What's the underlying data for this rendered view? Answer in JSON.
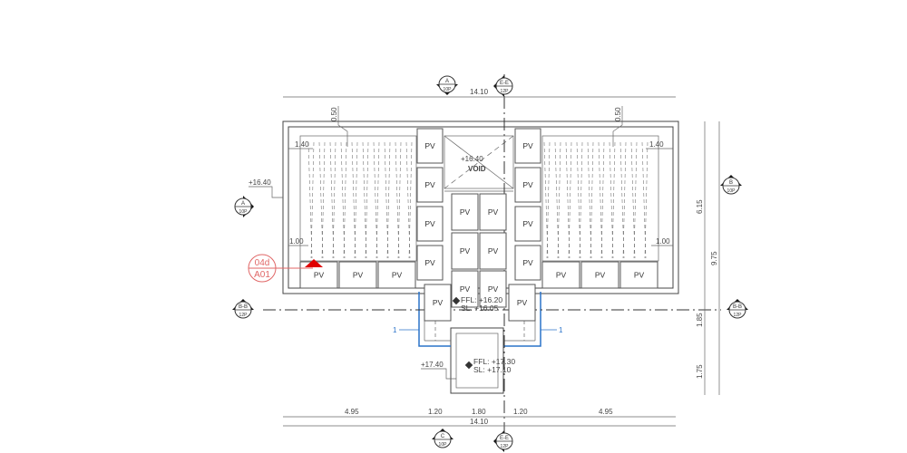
{
  "drawing": {
    "pv_label": "PV",
    "void_label": "VOID",
    "dimensions": {
      "overall_top": "14.10",
      "overall_bottom": "14.10",
      "bottom_segments": [
        "4.95",
        "1.20",
        "1.80",
        "1.20",
        "4.95"
      ],
      "right_segments": [
        "6.15",
        "1.85",
        "1.75"
      ],
      "right_overall": "9.75",
      "left_offset": "1.40",
      "right_offset": "1.40",
      "left_lower": "1.00",
      "right_lower": "1.00",
      "left_top": "0.50",
      "right_top": "0.50"
    },
    "levels": {
      "roof_left": "+16.40",
      "void_level": "+16.40",
      "ffl_1": "FFL: +16.20",
      "sl_1": "SL: +16.05",
      "entry_level": "+17.40",
      "ffl_2": "FFL: +17.30",
      "sl_2": "SL: +17.10"
    },
    "grid_labels": {
      "left": "1",
      "right": "1"
    },
    "callout": {
      "top": "04d",
      "bottom": "A01",
      "color": "#e06666"
    },
    "section_markers": {
      "top_a": {
        "top": "A",
        "bottom": "10P"
      },
      "top_e": {
        "top": "E-E",
        "bottom": "12P"
      },
      "left_a": {
        "top": "A",
        "bottom": "10P"
      },
      "right_b": {
        "top": "B",
        "bottom": "10P"
      },
      "left_bb": {
        "top": "B-B",
        "bottom": "12P"
      },
      "right_bb": {
        "top": "B-B",
        "bottom": "12P"
      },
      "bottom_c": {
        "top": "C",
        "bottom": "10P"
      },
      "bottom_e": {
        "top": "E-E",
        "bottom": "12P"
      }
    },
    "accent_blue": "#2a73c9"
  }
}
